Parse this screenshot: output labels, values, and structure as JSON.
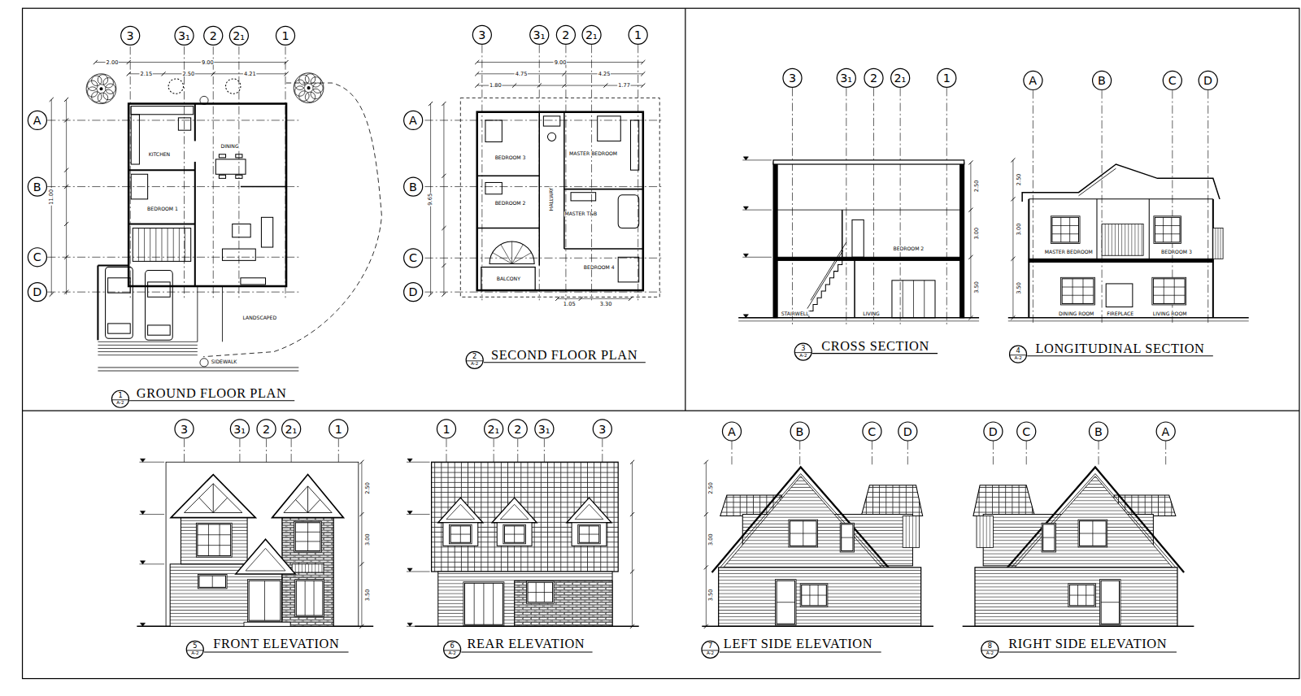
{
  "diagram": {
    "nodes": [
      {
        "text": [
          "3"
        ]
      },
      {
        "text": [
          "3₁"
        ]
      },
      {
        "text": [
          "2"
        ]
      },
      {
        "text": [
          "2₁"
        ]
      },
      {
        "text": [
          "1"
        ]
      },
      {
        "text": [
          "A"
        ]
      },
      {
        "text": [
          "B"
        ]
      },
      {
        "text": [
          "C"
        ]
      },
      {
        "text": [
          "D"
        ]
      },
      {
        "text": [
          "3"
        ]
      },
      {
        "text": [
          "3₁"
        ]
      },
      {
        "text": [
          "2"
        ]
      },
      {
        "text": [
          "2₁"
        ]
      },
      {
        "text": [
          "1"
        ]
      },
      {
        "text": [
          "A"
        ]
      },
      {
        "text": [
          "B"
        ]
      },
      {
        "text": [
          "C"
        ]
      },
      {
        "text": [
          "D"
        ]
      },
      {
        "text": [
          "3"
        ]
      },
      {
        "text": [
          "3₁"
        ]
      },
      {
        "text": [
          "2"
        ]
      },
      {
        "text": [
          "2₁"
        ]
      },
      {
        "text": [
          "1"
        ]
      },
      {
        "text": [
          "A"
        ]
      },
      {
        "text": [
          "B"
        ]
      },
      {
        "text": [
          "C"
        ]
      },
      {
        "text": [
          "D"
        ]
      },
      {
        "text": [
          "3"
        ]
      },
      {
        "text": [
          "3₁"
        ]
      },
      {
        "text": [
          "2"
        ]
      },
      {
        "text": [
          "2₁"
        ]
      },
      {
        "text": [
          "1"
        ]
      },
      {
        "text": [
          "1"
        ]
      },
      {
        "text": [
          "2₁"
        ]
      },
      {
        "text": [
          "2"
        ]
      },
      {
        "text": [
          "3₁"
        ]
      },
      {
        "text": [
          "3"
        ]
      },
      {
        "text": [
          "A"
        ]
      },
      {
        "text": [
          "B"
        ]
      },
      {
        "text": [
          "C"
        ]
      },
      {
        "text": [
          "D"
        ]
      },
      {
        "text": [
          "D"
        ]
      },
      {
        "text": [
          "C"
        ]
      },
      {
        "text": [
          "B"
        ]
      },
      {
        "text": [
          "A"
        ]
      },
      {
        "text": [
          "1",
          "A-2"
        ]
      },
      {
        "text": [
          "2",
          "A-2"
        ]
      },
      {
        "text": [
          "3",
          "A-2"
        ]
      },
      {
        "text": [
          "4",
          "A-2"
        ]
      },
      {
        "text": [
          "5",
          "A-2"
        ]
      },
      {
        "text": [
          "6",
          "A-2"
        ]
      },
      {
        "text": [
          "7",
          "A-2"
        ]
      },
      {
        "text": [
          "8",
          "A-2"
        ]
      }
    ],
    "labels": [
      "GROUND FLOOR PLAN",
      "SECOND FLOOR PLAN",
      "CROSS SECTION",
      "LONGITUDINAL SECTION",
      "FRONT ELEVATION",
      "REAR ELEVATION",
      "LEFT SIDE ELEVATION",
      "RIGHT SIDE ELEVATION",
      "KITCHEN",
      "DINING",
      "BEDROOM 1",
      "LANDSCAPED",
      "SIDEWALK",
      "BEDROOM 3",
      "MASTER BEDROOM",
      "BEDROOM 2",
      "HALLWAY",
      "MASTER T&B",
      "BALCONY",
      "BEDROOM 4",
      "STAIRWELL",
      "LIVING",
      "BEDROOM 2",
      "MASTER BEDROOM",
      "BEDROOM 3",
      "DINING ROOM",
      "FIREPLACE",
      "LIVING ROOM",
      "2.00",
      "9.00",
      "2.15",
      "2.50",
      "4.21",
      "11.00",
      "9.00",
      "4.75",
      "4.25",
      "1.80",
      "1.77",
      "9.65",
      "1.05",
      "3.30",
      "2.50",
      "3.00",
      "3.50",
      "2.50",
      "3.00",
      "3.50",
      "2.50",
      "3.00",
      "3.50",
      "2.50",
      "3.00",
      "3.50"
    ]
  }
}
